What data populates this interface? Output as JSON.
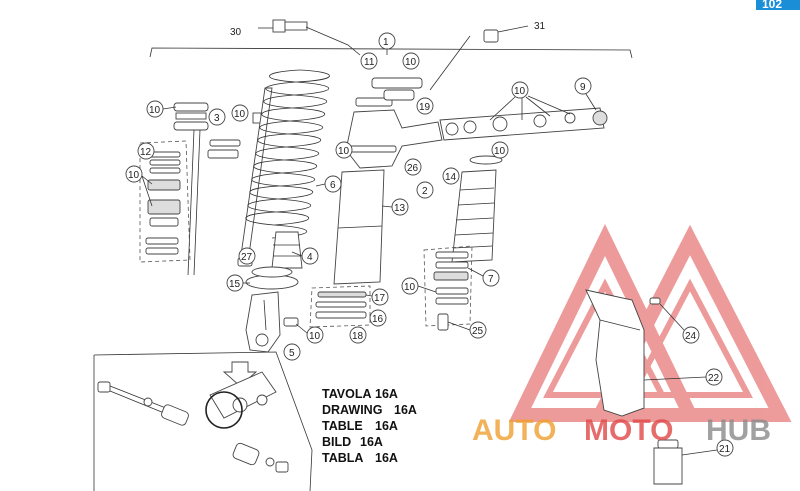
{
  "page_badge": "102",
  "callouts": [
    "1",
    "2",
    "3",
    "4",
    "5",
    "6",
    "7",
    "9",
    "10",
    "11",
    "12",
    "13",
    "14",
    "15",
    "16",
    "17",
    "18",
    "19",
    "21",
    "22",
    "24",
    "25",
    "26",
    "27",
    "30",
    "31"
  ],
  "table_labels": [
    {
      "name": "TAVOLA",
      "ref": "16A"
    },
    {
      "name": "DRAWING",
      "ref": "16A"
    },
    {
      "name": "TABLE",
      "ref": "16A"
    },
    {
      "name": "BILD",
      "ref": "16A"
    },
    {
      "name": "TABLA",
      "ref": "16A"
    }
  ],
  "watermark": {
    "part1": "AUTO",
    "part2": "MOTO",
    "part3": "HUB",
    "color_orange": "#f0a030",
    "color_red": "#e04848",
    "color_gray": "#8a8a8a"
  },
  "colors": {
    "badge": "#1a8fd8",
    "line": "#333333"
  }
}
